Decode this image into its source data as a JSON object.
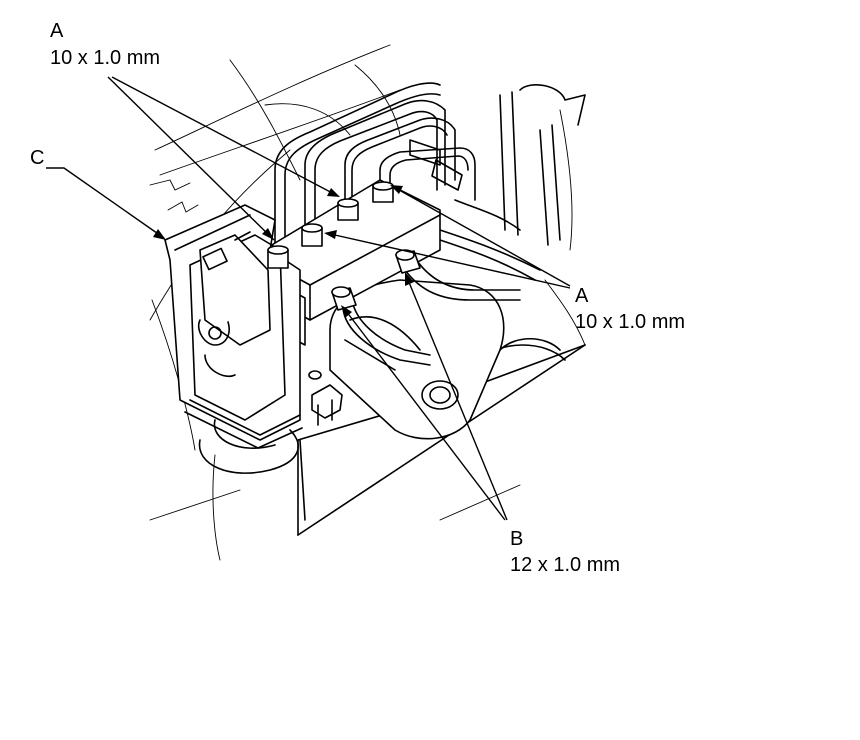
{
  "callouts": {
    "a_top": {
      "letter": "A",
      "spec": "10 x 1.0 mm"
    },
    "a_right": {
      "letter": "A",
      "spec": "10 x 1.0 mm"
    },
    "b": {
      "letter": "B",
      "spec": "12 x 1.0 mm"
    },
    "c": {
      "letter": "C"
    }
  }
}
